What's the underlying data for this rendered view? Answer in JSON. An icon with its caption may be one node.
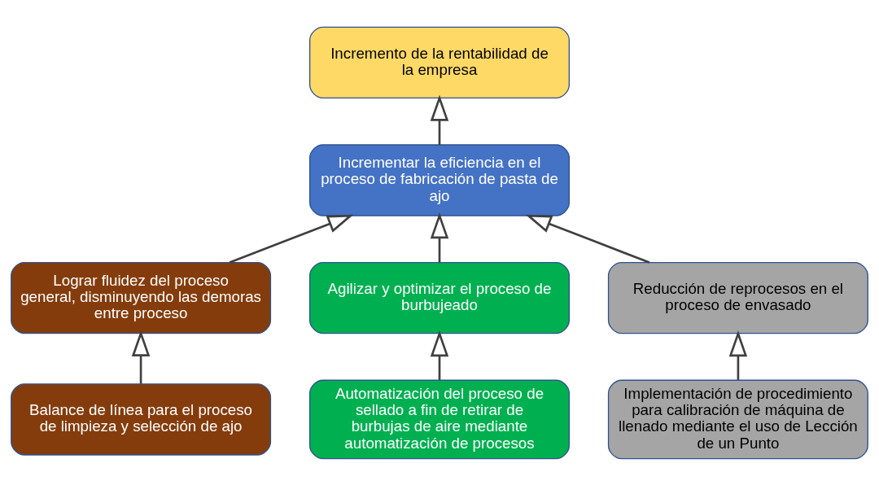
{
  "diagram": {
    "nodes": [
      {
        "text": [
          "Incremento de la rentabilidad de la empresa"
        ]
      },
      {
        "text": [
          "Incrementar la eficiencia en el proceso de fabricación de pasta de ajo"
        ]
      },
      {
        "text": [
          "Lograr fluidez del proceso general, disminuyendo las demoras entre proceso"
        ]
      },
      {
        "text": [
          "Agilizar y optimizar el proceso de burbujeado"
        ]
      },
      {
        "text": [
          "Reducción de reprocesos en el proceso de envasado"
        ]
      },
      {
        "text": [
          "Balance de línea para el proceso de limpieza y selección de ajo"
        ]
      },
      {
        "text": [
          "Automatización del proceso de sellado a fin de retirar de burbujas de aire mediante automatización de procesos"
        ]
      },
      {
        "text": [
          "Implementación de procedimiento para calibración de máquina de llenado mediante el uso de Lección de un Punto"
        ]
      }
    ],
    "edges": [
      {
        "from": 1,
        "to": 0,
        "arrow": "to"
      },
      {
        "from": 2,
        "to": 1,
        "arrow": "to"
      },
      {
        "from": 3,
        "to": 1,
        "arrow": "to"
      },
      {
        "from": 4,
        "to": 1,
        "arrow": "to"
      },
      {
        "from": 5,
        "to": 2,
        "arrow": "to"
      },
      {
        "from": 6,
        "to": 3,
        "arrow": "to"
      },
      {
        "from": 7,
        "to": 4,
        "arrow": "to"
      }
    ]
  }
}
